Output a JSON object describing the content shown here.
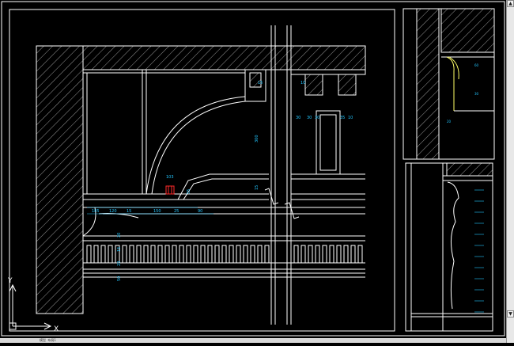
{
  "colors": {
    "background": "#000000",
    "lines": "#ffffff",
    "dimensions": "#22c6ff",
    "accent_red": "#ff2a2a",
    "accent_yellow": "#ffff66"
  },
  "dimensions": {
    "top_beam": "15",
    "top_cap": "10",
    "vertical_main": "300",
    "vertical_right": "15",
    "arch_label": "85",
    "base_a": "185",
    "base_b": "15",
    "base_c": "150",
    "base_d": "25",
    "base_e": "90",
    "left_small": "120",
    "left_small_b": "25",
    "arch_note": "103",
    "side_a": "20",
    "side_b": "15",
    "side_c": "20",
    "side_d": "50",
    "vert_1": "55",
    "vert_2": "70",
    "vert_3": "20",
    "mid_a": "30",
    "mid_b": "30",
    "mid_c": "35",
    "right_1": "30",
    "right_2": "10",
    "small_1": "60",
    "small_2": "30",
    "small_3": "20"
  },
  "ucs": {
    "x_label": "X",
    "y_label": "Y"
  },
  "status": {
    "text": "模型 布局1"
  }
}
